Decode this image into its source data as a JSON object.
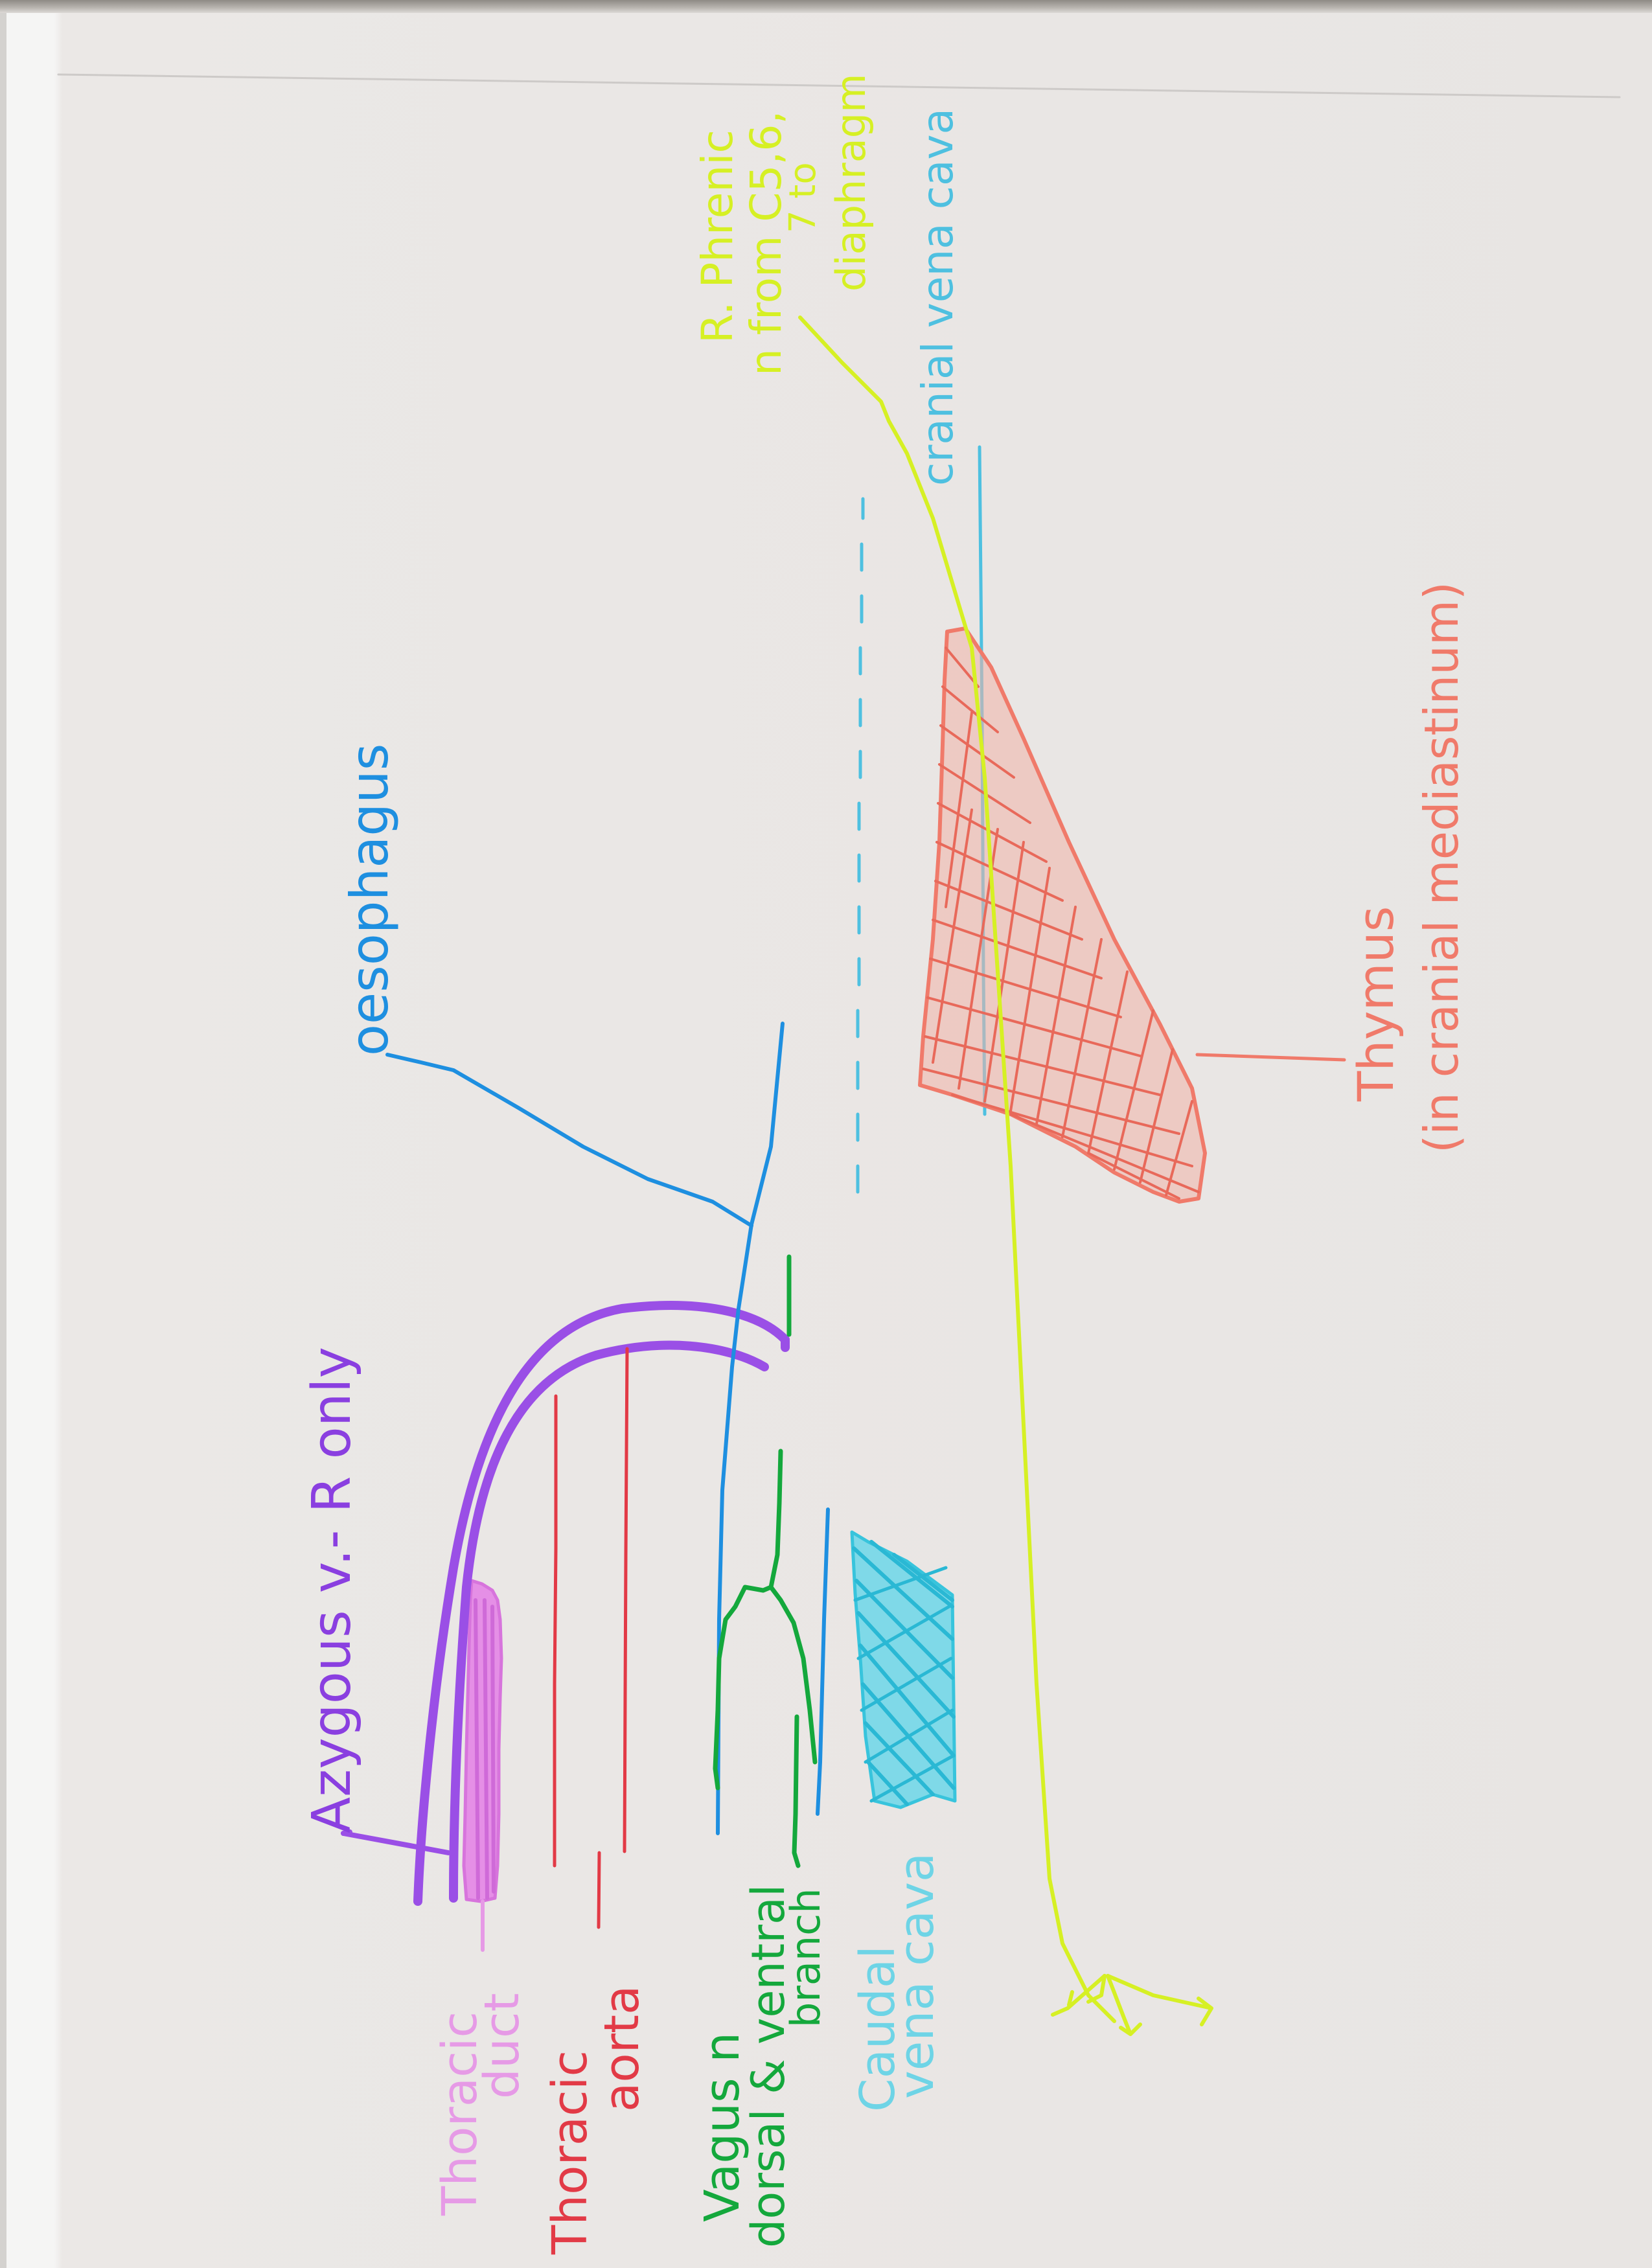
{
  "labels": {
    "oesophagus": "oesophagus",
    "azygous": "Azygous v.- R only",
    "thoracic_duct": [
      "Thoracic",
      "duct"
    ],
    "thoracic_aorta": [
      "Thoracic",
      "aorta"
    ],
    "vagus": [
      "Vagus n",
      "dorsal & ventral",
      "branch"
    ],
    "caudal_vena_cava": [
      "Caudal",
      "vena cava"
    ],
    "thymus": [
      "Thymus",
      "(in cranial mediastinum)"
    ],
    "phrenic": [
      "R. Phrenic",
      "n from C5,6,",
      "7 to",
      "diaphragm"
    ],
    "cranial_vena_cava": "cranial vena cava"
  },
  "colors": {
    "oesophagus": "#1e8fe0",
    "azygous": "#9a4fe6",
    "thoracic_duct": "#e69ae6",
    "thoracic_aorta": "#e23a46",
    "vagus": "#14a83c",
    "caudal_vena_cava": "#38c4dc",
    "thymus": "#f07a6a",
    "phrenic": "#d6f024",
    "cranial_vena_cava": "#4ec0e0"
  }
}
